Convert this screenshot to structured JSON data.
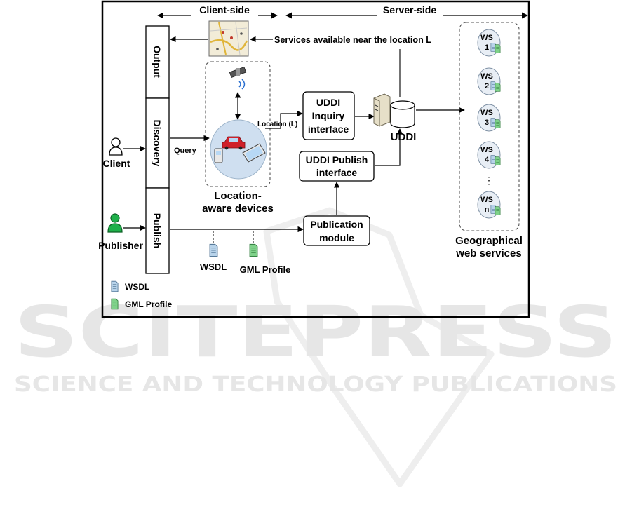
{
  "watermark": {
    "brand": "SCITEPRESS",
    "tagline": "SCIENCE AND TECHNOLOGY PUBLICATIONS"
  },
  "header": {
    "client_side": "Client-side",
    "server_side": "Server-side"
  },
  "bars": {
    "output": "Output",
    "discovery": "Discovery",
    "publish": "Publish"
  },
  "actors": {
    "client": "Client",
    "publisher": "Publisher"
  },
  "labels": {
    "services_near": "Services available near the location L",
    "query": "Query",
    "location": "Location (L)",
    "devices_line1": "Location-",
    "devices_line2": "aware devices",
    "uddi": "UDDI"
  },
  "boxes": {
    "inquiry": [
      "UDDI",
      "Inquiry",
      "interface"
    ],
    "publish_if": [
      "UDDI Publish",
      "interface"
    ],
    "publication": [
      "Publication",
      "module"
    ]
  },
  "docs": {
    "wsdl": "WSDL",
    "gml": "GML Profile"
  },
  "web_services": {
    "items": [
      {
        "ws": "WS",
        "id": "1"
      },
      {
        "ws": "WS",
        "id": "2"
      },
      {
        "ws": "WS",
        "id": "3"
      },
      {
        "ws": "WS",
        "id": "4"
      },
      {
        "ws": "WS",
        "id": "n"
      }
    ],
    "ellipsis": "⋮",
    "caption_line1": "Geographical",
    "caption_line2": "web services"
  },
  "legend": {
    "wsdl": "WSDL",
    "gml": "GML Profile"
  },
  "colors": {
    "wsdl_doc": "#b8d3ea",
    "gml_doc": "#7fd18a",
    "publisher": "#1fb04a",
    "car": "#d0202a"
  }
}
